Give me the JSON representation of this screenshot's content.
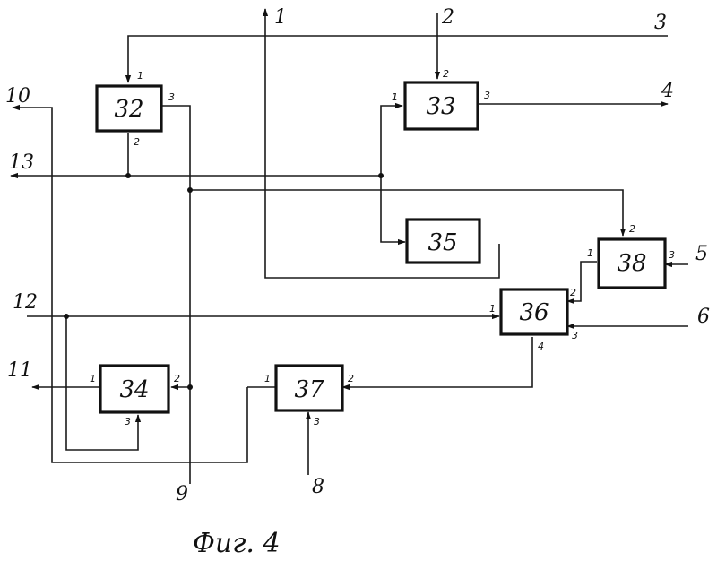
{
  "caption": "Фиг. 4",
  "blocks": {
    "b32": "32",
    "b33": "33",
    "b34": "34",
    "b35": "35",
    "b36": "36",
    "b37": "37",
    "b38": "38"
  },
  "ports": {
    "b32_in1": "1",
    "b32_out2": "2",
    "b32_out3": "3",
    "b33_in1": "1",
    "b33_in2": "2",
    "b33_out3": "3",
    "b34_out1": "1",
    "b34_in2": "2",
    "b34_in3": "3",
    "b36_in1": "1",
    "b36_in2": "2",
    "b36_in3": "3",
    "b36_out4": "4",
    "b37_out1": "1",
    "b37_in2": "2",
    "b37_in3": "3",
    "b38_out1": "1",
    "b38_in2": "2",
    "b38_in3": "3"
  },
  "terminals": {
    "t1": "1",
    "t2": "2",
    "t3": "3",
    "t4": "4",
    "t5": "5",
    "t6": "6",
    "t8": "8",
    "t9": "9",
    "t10": "10",
    "t11": "11",
    "t12": "12",
    "t13": "13"
  }
}
